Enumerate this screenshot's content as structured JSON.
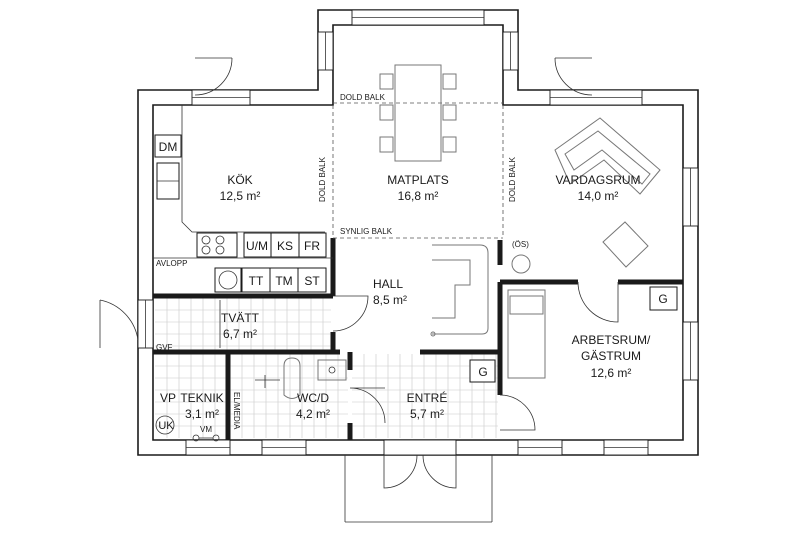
{
  "rooms": {
    "kok": {
      "name": "KÖK",
      "area": "12,5 m²"
    },
    "matplats": {
      "name": "MATPLATS",
      "area": "16,8 m²"
    },
    "vardagsrum": {
      "name": "VARDAGSRUM",
      "area": "14,0 m²"
    },
    "hall": {
      "name": "HALL",
      "area": "8,5 m²"
    },
    "tvatt": {
      "name": "TVÄTT",
      "area": "6,7 m²"
    },
    "arbetsrum": {
      "name_line1": "ARBETSRUM/",
      "name_line2": "GÄSTRUM",
      "area": "12,6 m²"
    },
    "teknik": {
      "name": "TEKNIK",
      "area": "3,1 m²"
    },
    "wcd": {
      "name": "WC/D",
      "area": "4,2 m²"
    },
    "entre": {
      "name": "ENTRÉ",
      "area": "5,7 m²"
    }
  },
  "fixtures": {
    "dm": "DM",
    "um": "U/M",
    "ks": "KS",
    "fr": "FR",
    "tt": "TT",
    "tm": "TM",
    "st": "ST",
    "g_hall": "G",
    "g_arbetsrum": "G",
    "vp": "VP",
    "uk": "UK",
    "vm": "VM",
    "os": "(ÖS)"
  },
  "annotations": {
    "dold_balk_top": "DOLD BALK",
    "dold_balk_left": "DOLD BALK",
    "dold_balk_right": "DOLD BALK",
    "synlig_balk": "SYNLIG BALK",
    "avloppsgrop": "AVLOPP",
    "gvf": "GVF",
    "el_media": "EL/MEDIA"
  }
}
